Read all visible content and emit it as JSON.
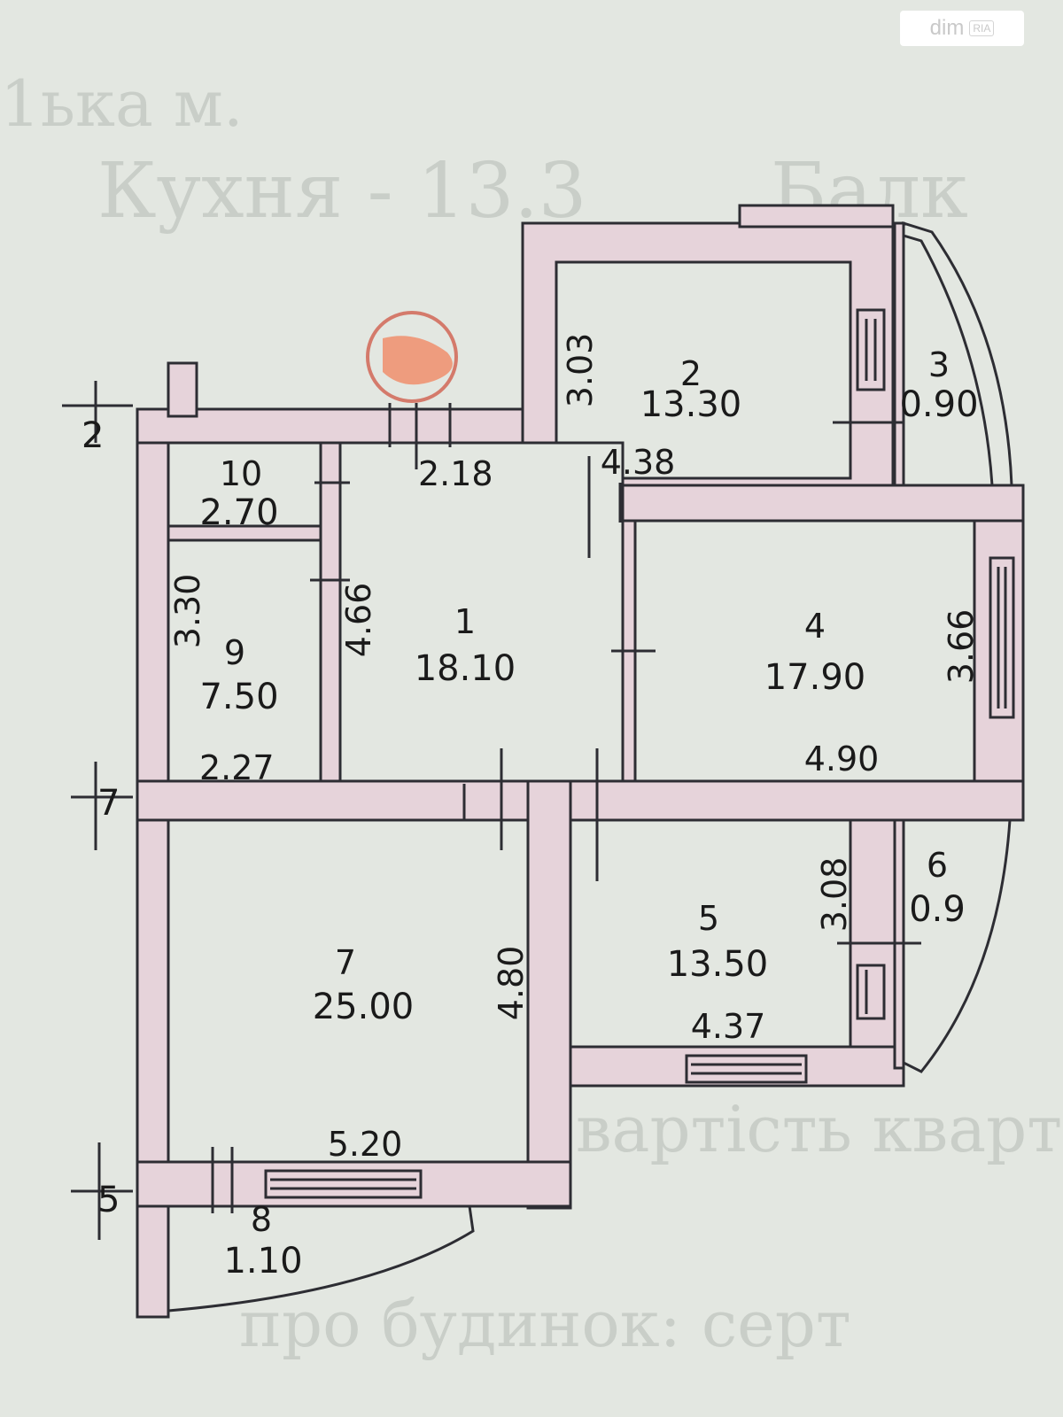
{
  "colors": {
    "paper": "#e3e7e1",
    "wall_fill": "#e6d3da",
    "wall_outline": "#2d2d33",
    "stamp": "#e98f73"
  },
  "watermark": {
    "brand": "dim",
    "badge": "RIA"
  },
  "background_text": [
    "1ька м.",
    "Кухня - 13.3",
    "Балк",
    "вартість кварт",
    "про будинок: серт"
  ],
  "rooms": [
    {
      "id": "1",
      "number": "1",
      "area": "18.10"
    },
    {
      "id": "2",
      "number": "2",
      "area": "13.30"
    },
    {
      "id": "3",
      "number": "3",
      "area": "0.90"
    },
    {
      "id": "4",
      "number": "4",
      "area": "17.90"
    },
    {
      "id": "5",
      "number": "5",
      "area": "13.50"
    },
    {
      "id": "6",
      "number": "6",
      "area": "0.9"
    },
    {
      "id": "7",
      "number": "7",
      "area": "25.00"
    },
    {
      "id": "8",
      "number": "8",
      "area": "1.10"
    },
    {
      "id": "9",
      "number": "9",
      "area": "7.50"
    },
    {
      "id": "10",
      "number": "10",
      "area": "2.70"
    }
  ],
  "dimensions": {
    "d_2_18": "2.18",
    "d_3_03": "3.03",
    "d_4_38": "4.38",
    "d_4_66": "4.66",
    "d_3_30": "3.30",
    "d_2_27": "2.27",
    "d_3_66": "3.66",
    "d_4_90": "4.90",
    "d_3_08": "3.08",
    "d_4_37": "4.37",
    "d_4_80": "4.80",
    "d_5_20": "5.20"
  },
  "axis_marks": {
    "a1": "2",
    "a2": "7",
    "a3": "5"
  }
}
